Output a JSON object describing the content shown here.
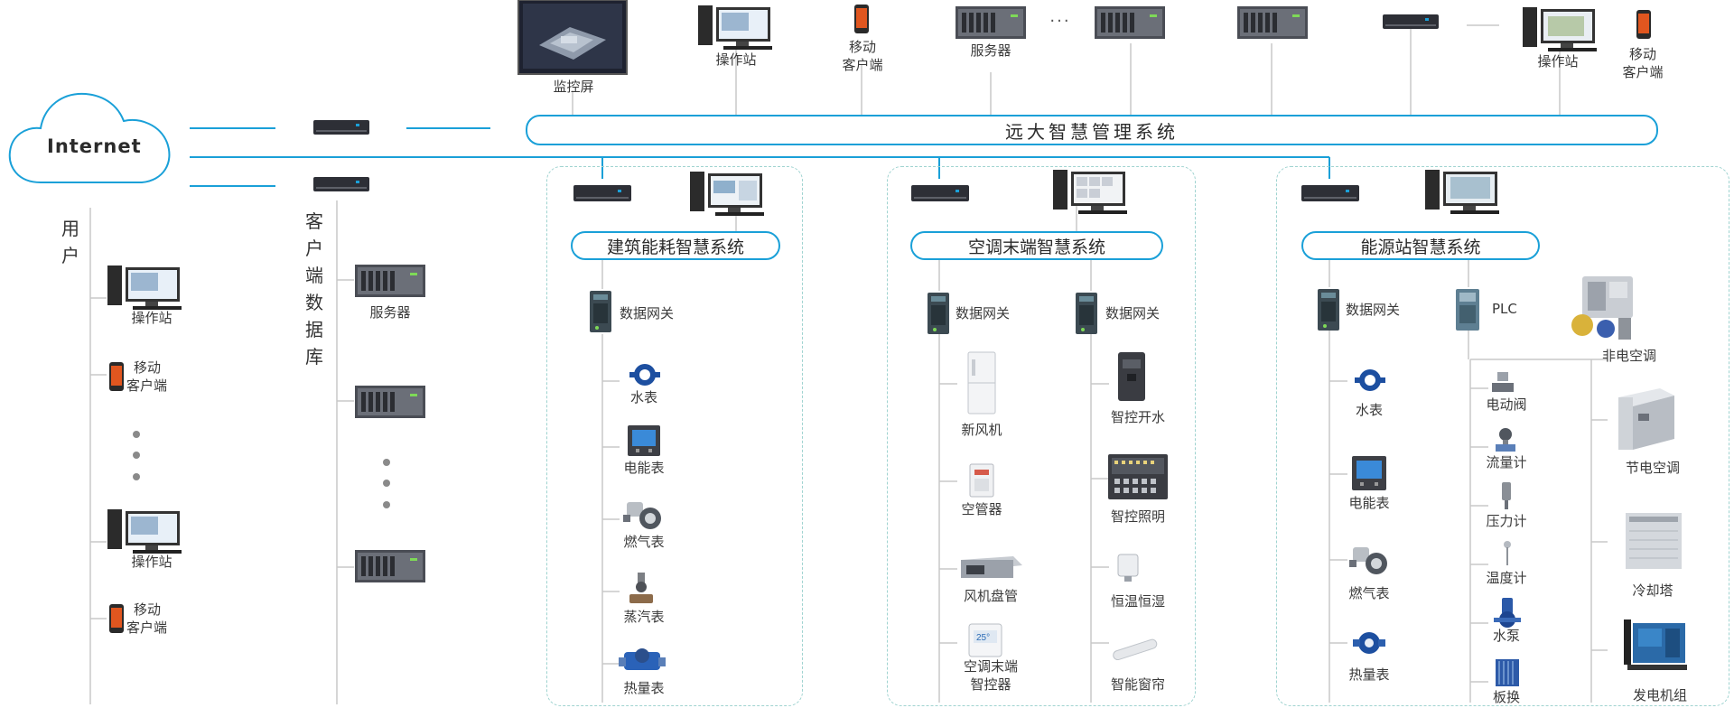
{
  "internet": "Internet",
  "mgmt_system": "远大智慧管理系统",
  "top": {
    "monitor_screen": "监控屏",
    "op_station_1": "操作站",
    "mobile_1": [
      "移动",
      "客户端"
    ],
    "servers": "服务器",
    "op_station_2": "操作站",
    "mobile_2": [
      "移动",
      "客户端"
    ]
  },
  "left": {
    "users_vertical": "用户",
    "clientdb_vertical": "客户端数据库",
    "op_station": "操作站",
    "mobile": [
      "移动",
      "客户端"
    ],
    "server": "服务器"
  },
  "systems": {
    "building": {
      "title": "建筑能耗智慧系统",
      "gateway": "数据网关",
      "devices": [
        "水表",
        "电能表",
        "燃气表",
        "蒸汽表",
        "热量表"
      ]
    },
    "hvac": {
      "title": "空调末端智慧系统",
      "gateway_a": "数据网关",
      "gateway_b": "数据网关",
      "devices_a": [
        "新风机",
        "空管器",
        "风机盘管",
        [
          "空调末端",
          "智控器"
        ]
      ],
      "devices_b": [
        "智控开水",
        "智控照明",
        "恒温恒湿",
        "智能窗帘"
      ]
    },
    "energy": {
      "title": "能源站智慧系统",
      "gateway": "数据网关",
      "plc": "PLC",
      "meters": [
        "水表",
        "电能表",
        "燃气表",
        "热量表"
      ],
      "instruments": [
        "电动阀",
        "流量计",
        "压力计",
        "温度计",
        "水泵",
        "板换"
      ],
      "equipment": [
        "非电空调",
        "节电空调",
        "冷却塔",
        "发电机组"
      ]
    }
  },
  "colors": {
    "accent": "#1aa0d8",
    "wire": "#c8c8c8",
    "panel_border": "#9fd3d0"
  }
}
